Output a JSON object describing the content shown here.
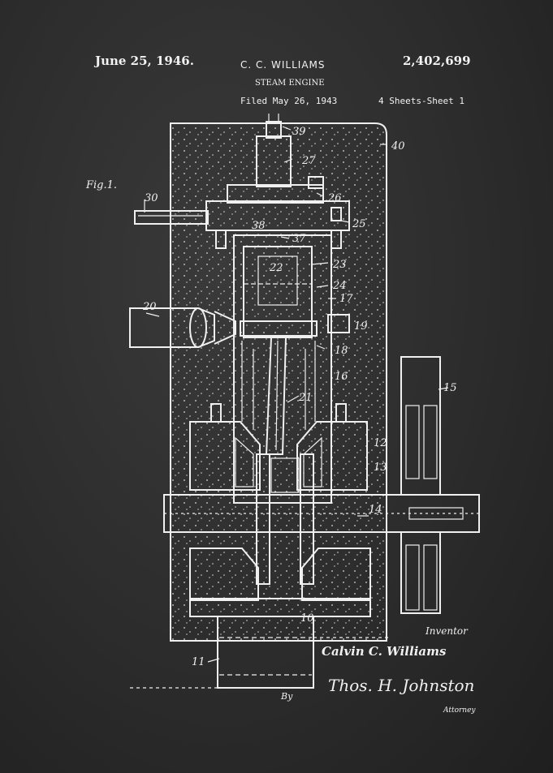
{
  "header": {
    "date": "June 25, 1946.",
    "inventor_name": "C. C. WILLIAMS",
    "patent_number": "2,402,699",
    "title": "STEAM ENGINE",
    "filed": "Filed May 26, 1943",
    "sheet": "4 Sheets-Sheet 1"
  },
  "figure": {
    "label": "Fig.1.",
    "reference_numerals": [
      "39",
      "40",
      "27",
      "26",
      "25",
      "30",
      "38",
      "37",
      "22",
      "23",
      "24",
      "17",
      "20",
      "19",
      "18",
      "16",
      "21",
      "12",
      "13",
      "14",
      "15",
      "10",
      "11"
    ]
  },
  "signatures": {
    "inventor_caption": "Inventor",
    "inventor": "Calvin C. Williams",
    "by": "By",
    "attorney_signature": "Thos. H. Johnston",
    "attorney_caption": "Attorney"
  },
  "colors": {
    "background": "#2c2c2c",
    "ink": "#f0f0f0"
  }
}
